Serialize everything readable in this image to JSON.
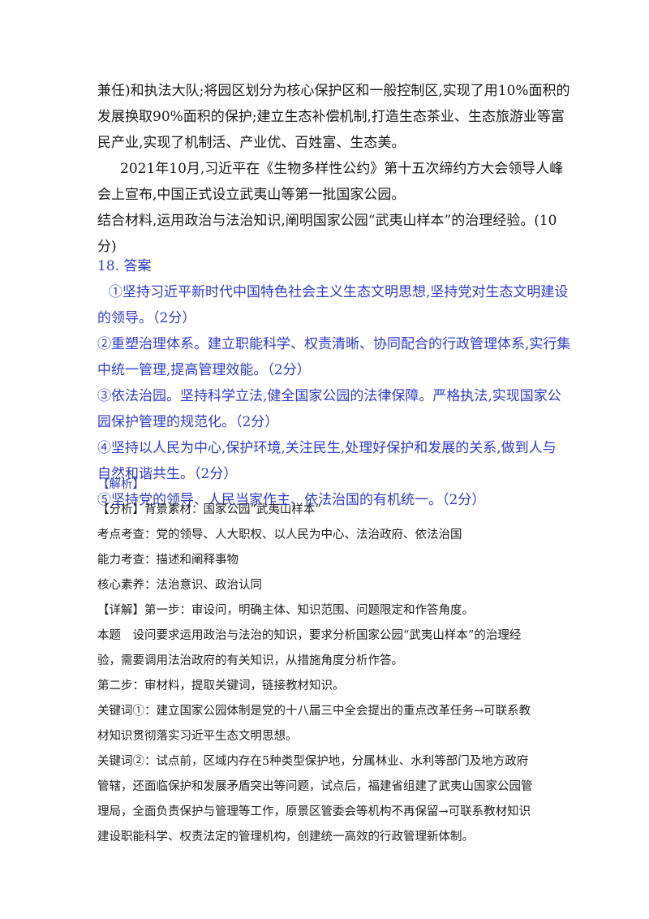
{
  "question": {
    "lines": [
      "兼任)和执法大队;将园区划分为核心保护区和一般控制区,实现了用10%面积的",
      "发展换取90%面积的保护;建立生态补偿机制,打造生态茶业、生态旅游业等富",
      "民产业,实现了机制活、产业优、百姓富、生态美。",
      "2021年10月,习近平在《生物多样性公约》第十五次缔约方大会领导人峰",
      "会上宣布,中国正式设立武夷山等第一批国家公园。",
      "结合材料,运用政治与法治知识,阐明国家公园“武夷山样本”的治理经验。(10",
      "分)"
    ]
  },
  "answer": {
    "heading": "18. 答案",
    "lines": [
      "①坚持习近平新时代中国特色社会主义生态文明思想,坚持党对生态文明建设",
      "的领导。（2分）",
      "②重塑治理体系。建立职能科学、权责清晰、协同配合的行政管理体系,实行集",
      "中统一管理,提高管理效能。（2分）",
      "③依法治园。坚持科学立法,健全国家公园的法律保障。严格执法,实现国家公",
      "园保护管理的规范化。（2分）",
      "④坚持以人民为中心,保护环境,关注民生,处理好保护和发展的关系,做到人与",
      "自然和谐共生。（2分）",
      "⑤坚持党的领导、人民当家作主、依法治国的有机统一。（2分）"
    ]
  },
  "analysis": {
    "heading": "【解析】",
    "lines": [
      "【分析】背景素材：国家公园“武夷山样本”",
      "考点考查：党的领导、人大职权、以人民为中心、法治政府、依法治国",
      "能力考查：描述和阐释事物",
      "核心素养：法治意识、政治认同",
      "【详解】第一步：审设问，明确主体、知识范围、问题限定和作答角度。",
      "本题　设问要求运用政治与法治的知识，要求分析国家公园“武夷山样本”的治理经",
      "验，需要调用法治政府的有关知识，从措施角度分析作答。",
      "第二步：审材料，提取关键词，链接教材知识。",
      "关键词①：建立国家公园体制是党的十八届三中全会提出的重点改革任务→可联系教",
      "材知识贯彻落实习近平生态文明思想。",
      "关键词②：试点前，区域内存在5种类型保护地，分属林业、水利等部门及地方政府",
      "管辖，还面临保护和发展矛盾突出等问题，试点后，福建省组建了武夷山国家公园管",
      "理局，全面负责保护与管理等工作，原景区管委会等机构不再保留→可联系教材知识",
      "建设职能科学、权责法定的管理机构，创建统一高效的行政管理新体制。"
    ]
  }
}
